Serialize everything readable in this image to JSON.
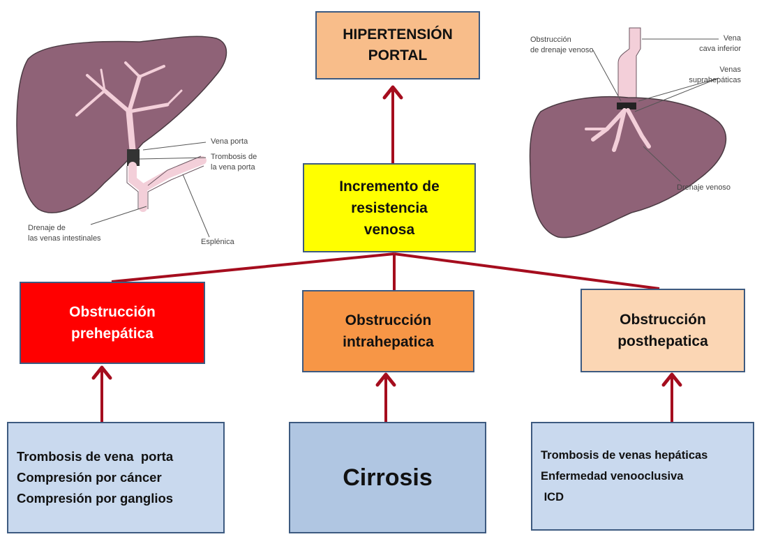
{
  "colors": {
    "arrow": "#a50d1e",
    "box_border": "#3d5a80",
    "liver": "#8f6277",
    "liver_outline": "#4a3a42",
    "vein": "#f3cfd9",
    "portal": {
      "fill": "#f8bd8a"
    },
    "resistencia": {
      "fill": "#ffff00"
    },
    "pre": {
      "fill": "#ff0000",
      "text": "#ffffff"
    },
    "intra": {
      "fill": "#f79646"
    },
    "post": {
      "fill": "#fbd6b4"
    },
    "cause_light": "#c9d9ee",
    "cause_mid": "#b0c6e2"
  },
  "nodes": {
    "portal": {
      "lines": [
        "HIPERTENSIÓN",
        "PORTAL"
      ]
    },
    "resistencia": {
      "lines": [
        "Incremento de",
        "resistencia",
        "venosa"
      ]
    },
    "pre": {
      "lines": [
        "Obstrucción",
        "prehepática"
      ]
    },
    "intra": {
      "lines": [
        "Obstrucción",
        "intrahepatica"
      ]
    },
    "post": {
      "lines": [
        "Obstrucción",
        "posthepatica"
      ]
    }
  },
  "causes": {
    "pre": {
      "lines": [
        "Trombosis de vena  porta",
        "Compresión por cáncer",
        "Compresión por ganglios"
      ]
    },
    "intra": {
      "lines": [
        "Cirrosis"
      ]
    },
    "post": {
      "lines": [
        "Trombosis de venas hepáticas",
        "Enfermedad venooclusiva",
        " ICD"
      ]
    }
  },
  "left_illustration": {
    "labels": {
      "vena_porta": "Vena porta",
      "trombosis_1": "Trombosis de",
      "trombosis_2": "la vena porta",
      "drenaje_1": "Drenaje de",
      "drenaje_2": "las venas intestinales",
      "esplenica": "Esplénica"
    }
  },
  "right_illustration": {
    "labels": {
      "obstruccion_1": "Obstrucción",
      "obstruccion_2": "de drenaje venoso",
      "vena_cava_1": "Vena",
      "vena_cava_2": "cava inferior",
      "venas_1": "Venas",
      "venas_2": "suprahepáticas",
      "drenaje_venoso": "Drenaje venoso"
    }
  }
}
